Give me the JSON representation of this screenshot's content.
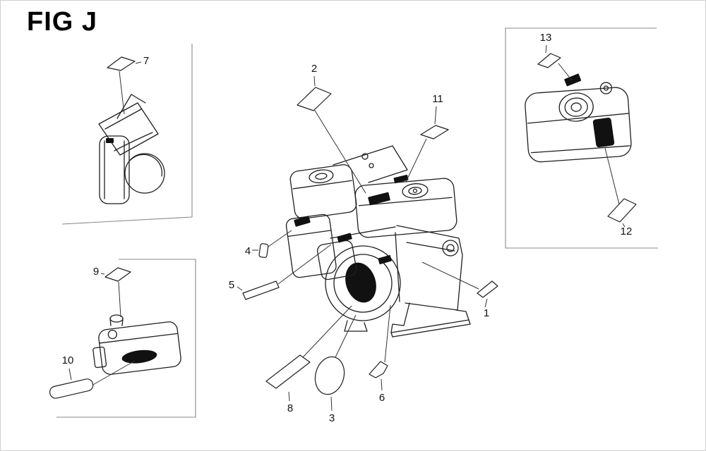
{
  "figure": {
    "title": "FIG J"
  },
  "callouts": [
    "1",
    "2",
    "3",
    "4",
    "5",
    "6",
    "7",
    "8",
    "9",
    "10",
    "11",
    "12",
    "13"
  ],
  "colors": {
    "background": "#ffffff",
    "line": "#1f1f1f",
    "leader": "#333333",
    "bracket": "#8a8a8a",
    "decal_fill": "#111111",
    "title": "#000000"
  }
}
